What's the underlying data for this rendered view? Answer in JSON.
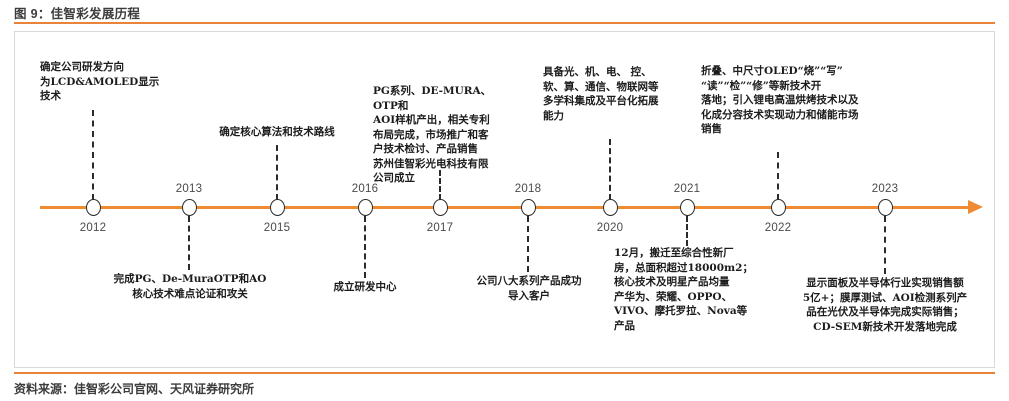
{
  "figure": {
    "title": "图 9：佳智彩发展历程",
    "source": "资料来源：佳智彩公司官网、天风证券研究所"
  },
  "colors": {
    "accent": "#e8833a",
    "axis": "#ef8b33",
    "node_stroke": "#2b2b2b",
    "text": "#1c1c1c",
    "year_text": "#4a4a4a",
    "frame": "#d9d9d9"
  },
  "chart_data": {
    "type": "timeline",
    "title": "佳智彩发展历程",
    "axis_direction": "left-to-right",
    "years": [
      "2012",
      "2013",
      "2015",
      "2016",
      "2017",
      "2018",
      "2020",
      "2021",
      "2022",
      "2023"
    ],
    "events": [
      {
        "year": "2012",
        "year_position": "below",
        "text_position": "above",
        "text": "确定公司研发方向\n为LCD&AMOLED显示\n技术"
      },
      {
        "year": "2013",
        "year_position": "above",
        "text_position": "below",
        "text": "完成PG、De-MuraOTP和AO\n核心技术难点论证和攻关"
      },
      {
        "year": "2015",
        "year_position": "below",
        "text_position": "above",
        "text": "确定核心算法和技术路线"
      },
      {
        "year": "2016",
        "year_position": "above",
        "text_position": "below",
        "text": "成立研发中心"
      },
      {
        "year": "2017",
        "year_position": "below",
        "text_position": "above",
        "text": "PG系列、DE-MURA、OTP和\nAOI样机产出，相关专利\n布局完成，市场推广和客\n户技术检讨、产品销售\n苏州佳智彩光电科技有限\n公司成立"
      },
      {
        "year": "2018",
        "year_position": "above",
        "text_position": "below",
        "text": "公司八大系列产品成功\n导入客户"
      },
      {
        "year": "2020",
        "year_position": "below",
        "text_position": "above",
        "text": "具备光、机、电、 控、\n软、算、通信、物联网等\n多学科集成及平台化拓展\n能力"
      },
      {
        "year": "2021",
        "year_position": "above",
        "text_position": "below",
        "text": "12月，搬迁至综合性新厂\n房，总面积超过18000m2；\n核心技术及明星产品均量\n产华为、荣耀、OPPO、\nVIVO、摩托罗拉、Nova等\n产品"
      },
      {
        "year": "2022",
        "year_position": "below",
        "text_position": "above",
        "text": "折叠、中尺寸OLED“烧”“写”\n“读”“检”“修”等新技术开\n落地；引入锂电高温烘烤技术以及\n化成分容技术实现动力和储能市场\n销售"
      },
      {
        "year": "2023",
        "year_position": "above",
        "text_position": "below",
        "text": "显示面板及半导体行业实现销售额\n5亿+；膜厚测试、AOI检测系列产\n品在光伏及半导体完成实际销售；\nCD-SEM新技术开发落地完成"
      }
    ]
  }
}
